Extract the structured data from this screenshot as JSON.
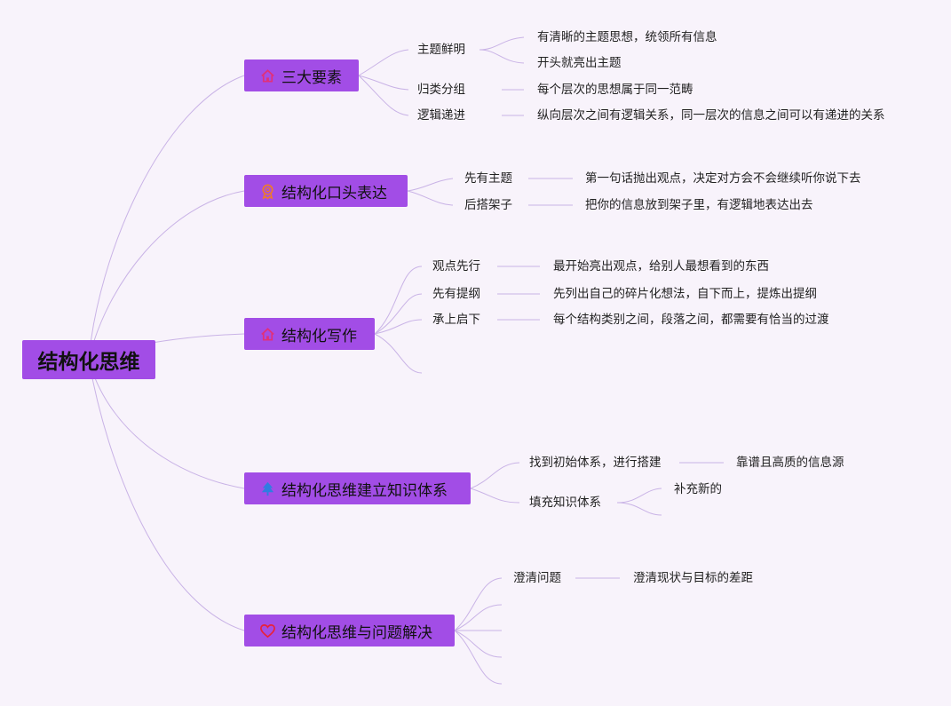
{
  "root": {
    "label": "结构化思维"
  },
  "branches": [
    {
      "label": "三大要素",
      "icon": "home-icon",
      "children": [
        {
          "label": "主题鲜明",
          "details": [
            "有清晰的主题思想，统领所有信息",
            "开头就亮出主题"
          ]
        },
        {
          "label": "归类分组",
          "details": [
            "每个层次的思想属于同一范畴"
          ]
        },
        {
          "label": "逻辑递进",
          "details": [
            "纵向层次之间有逻辑关系，同一层次的信息之间可以有递进的关系"
          ]
        }
      ]
    },
    {
      "label": "结构化口头表达",
      "icon": "medal-icon",
      "children": [
        {
          "label": "先有主题",
          "details": [
            "第一句话抛出观点，决定对方会不会继续听你说下去"
          ]
        },
        {
          "label": "后搭架子",
          "details": [
            "把你的信息放到架子里，有逻辑地表达出去"
          ]
        }
      ]
    },
    {
      "label": "结构化写作",
      "icon": "home-icon",
      "children": [
        {
          "label": "观点先行",
          "details": [
            "最开始亮出观点，给别人最想看到的东西"
          ]
        },
        {
          "label": "先有提纲",
          "details": [
            "先列出自己的碎片化想法，自下而上，提炼出提纲"
          ]
        },
        {
          "label": "承上启下",
          "details": [
            "每个结构类别之间，段落之间，都需要有恰当的过渡"
          ]
        }
      ]
    },
    {
      "label": "结构化思维建立知识体系",
      "icon": "tree-icon",
      "children": [
        {
          "label": "找到初始体系，进行搭建",
          "details": [
            "靠谱且高质的信息源"
          ]
        },
        {
          "label": "填充知识体系",
          "details": [
            "补充新的"
          ]
        }
      ]
    },
    {
      "label": "结构化思维与问题解决",
      "icon": "heart-icon",
      "children": [
        {
          "label": "澄清问题",
          "details": [
            "澄清现状与目标的差距"
          ]
        }
      ]
    }
  ],
  "colors": {
    "background": "#f8f3fb",
    "node_fill": "#a24de6",
    "connector": "#c9b3e6",
    "icon_home": "#e0307a",
    "icon_medal": "#f07a2a",
    "icon_tree": "#2f7de1",
    "icon_heart": "#e8223a"
  }
}
